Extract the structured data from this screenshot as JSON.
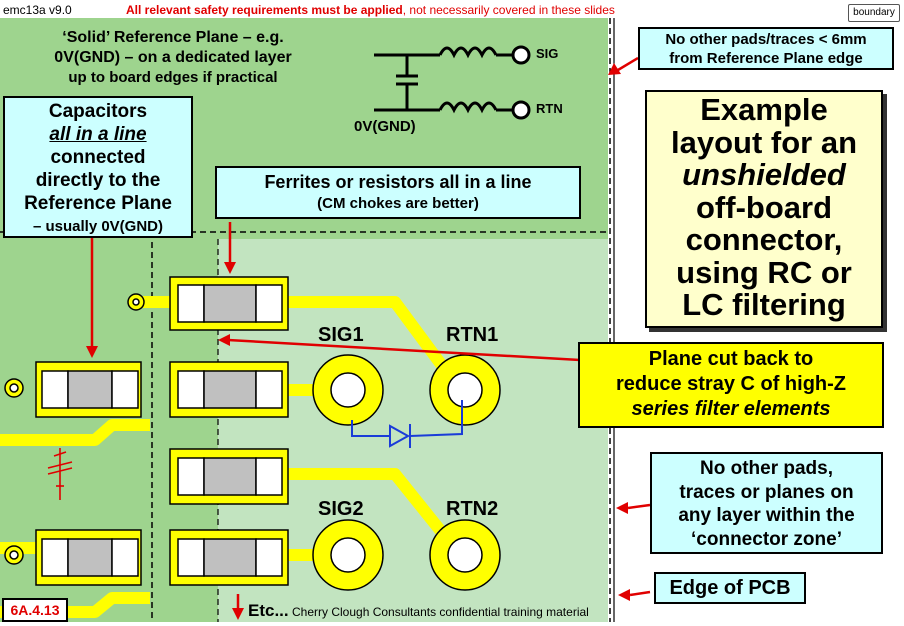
{
  "header": {
    "slide_id": "emc13a v9.0",
    "safety_bold": "All relevant safety requirements must be applied",
    "safety_rest": ", not necessarily covered in these slides",
    "toolbar_button": "boundary"
  },
  "reference_plane": {
    "line1": "‘Solid’ Reference Plane – e.g.",
    "line2": "0V(GND) – on a dedicated layer",
    "line3": "up to board edges if practical"
  },
  "schematic": {
    "sig": "SIG",
    "rtn": "RTN",
    "gnd": "0V(GND)"
  },
  "callouts": {
    "capacitors": [
      "Capacitors",
      "all in a line",
      "connected",
      "directly to the",
      "Reference Plane",
      "– usually 0V(GND)"
    ],
    "ferrites": [
      "Ferrites or resistors all in a line",
      "(CM chokes are better)"
    ],
    "no_pads_top": [
      "No other pads/traces < 6mm",
      "from Reference Plane edge"
    ],
    "example": [
      "Example",
      "layout for an",
      "unshielded",
      "off-board",
      "connector,",
      "using RC or",
      "LC filtering"
    ],
    "plane_cut": [
      "Plane cut back to",
      "reduce stray C of high-Z",
      "series filter elements"
    ],
    "connector_zone": [
      "No other pads,",
      "traces or planes on",
      "any layer within the",
      "‘connector zone’"
    ],
    "edge_pcb": "Edge of PCB"
  },
  "pcb_labels": {
    "sig1": "SIG1",
    "rtn1": "RTN1",
    "sig2": "SIG2",
    "rtn2": "RTN2"
  },
  "footer": {
    "slide_number": "6A.4.13",
    "etc": "Etc...",
    "confidential": "Cherry Clough Consultants confidential training material"
  },
  "colors": {
    "plane_green": "#9ed48e",
    "cut_green": "#c2e4c0",
    "pad_yellow": "#ffff00",
    "callout_cyan": "#ccffff",
    "arrow_red": "#e00000",
    "header_red": "#e00000"
  }
}
